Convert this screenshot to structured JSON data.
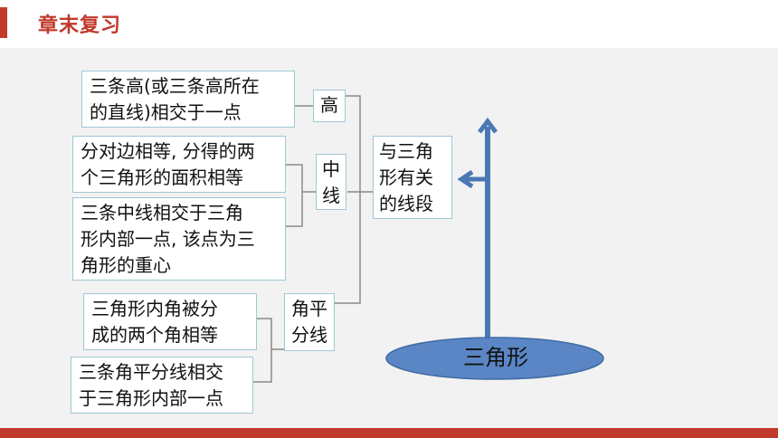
{
  "header": {
    "title": "章末复习"
  },
  "diagram": {
    "root": "三角形",
    "topic": "与三角\n形有关\n的线段",
    "branches": [
      {
        "label": "高",
        "items": [
          "三条高(或三条高所在\n的直线)相交于一点"
        ]
      },
      {
        "label": "中\n线",
        "items": [
          "分对边相等, 分得的两\n个三角形的面积相等",
          "三条中线相交于三角\n形内部一点, 该点为三\n角形的重心"
        ]
      },
      {
        "label": "角平\n分线",
        "items": [
          "三角形内角被分\n成的两个角相等",
          "三条角平分线相交\n于三角形内部一点"
        ]
      }
    ]
  },
  "colors": {
    "accent": "#c0392b",
    "box_border": "#9fc8d4",
    "pillar": "#4a78b5",
    "ellipse_fill": "#5b86c5",
    "ellipse_stroke": "#3e6aa3",
    "connector": "#8a8a8a"
  }
}
